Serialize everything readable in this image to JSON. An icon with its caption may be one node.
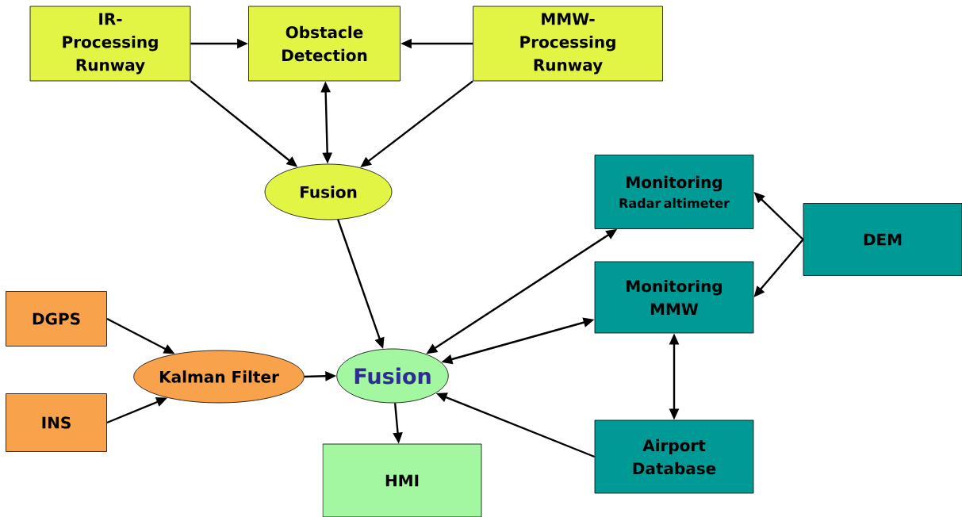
{
  "diagram": {
    "nodes": [
      {
        "text": [
          "IR-Processing Runway"
        ]
      },
      {
        "text": [
          "Obstacle Detection"
        ]
      },
      {
        "text": [
          "MMW-Processing Runway"
        ]
      },
      {
        "text": [
          "Fusion"
        ]
      },
      {
        "text": [
          "Monitoring",
          "Radar altimeter"
        ]
      },
      {
        "text": [
          "DEM"
        ]
      },
      {
        "text": [
          "Monitoring MMW"
        ]
      },
      {
        "text": [
          "DGPS"
        ]
      },
      {
        "text": [
          "Kalman Filter"
        ]
      },
      {
        "text": [
          "Fusion"
        ]
      },
      {
        "text": [
          "INS"
        ]
      },
      {
        "text": [
          "HMI"
        ]
      },
      {
        "text": [
          "Airport Database"
        ]
      }
    ],
    "edges": [
      {
        "from": 0,
        "to": 1,
        "arrow": "to"
      },
      {
        "from": 2,
        "to": 1,
        "arrow": "to"
      },
      {
        "from": 0,
        "to": 3,
        "arrow": "to"
      },
      {
        "from": 1,
        "to": 3,
        "arrow": "both"
      },
      {
        "from": 2,
        "to": 3,
        "arrow": "to"
      },
      {
        "from": 3,
        "to": 9,
        "arrow": "to"
      },
      {
        "from": 9,
        "to": 4,
        "arrow": "both"
      },
      {
        "from": 9,
        "to": 6,
        "arrow": "both"
      },
      {
        "from": 5,
        "to": 4,
        "arrow": "to"
      },
      {
        "from": 5,
        "to": 6,
        "arrow": "to"
      },
      {
        "from": 6,
        "to": 12,
        "arrow": "both"
      },
      {
        "from": 12,
        "to": 9,
        "arrow": "to"
      },
      {
        "from": 7,
        "to": 8,
        "arrow": "to"
      },
      {
        "from": 10,
        "to": 8,
        "arrow": "to"
      },
      {
        "from": 8,
        "to": 9,
        "arrow": "to"
      },
      {
        "from": 9,
        "to": 11,
        "arrow": "to"
      }
    ]
  }
}
